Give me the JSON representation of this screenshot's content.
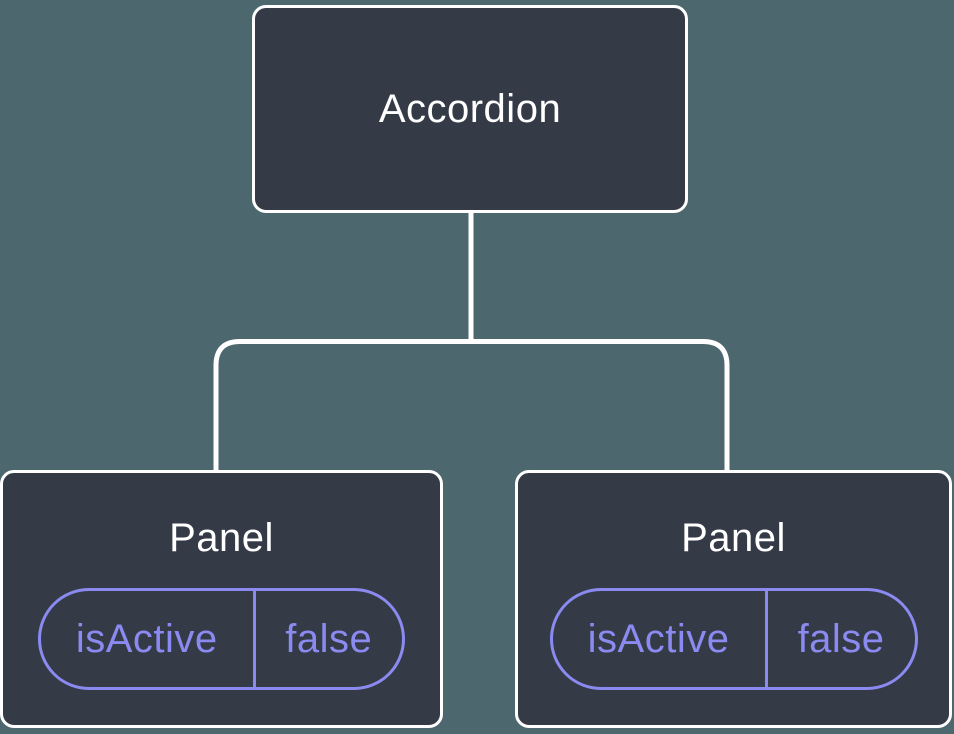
{
  "background_color": "#4d676e",
  "colors": {
    "node_fill": "#343a46",
    "node_border": "#ffffff",
    "node_text": "#ffffff",
    "connector": "#ffffff",
    "accent_purple": "#8a8af0"
  },
  "tree": {
    "root": {
      "label": "Accordion"
    },
    "children": [
      {
        "label": "Panel",
        "state_key": "isActive",
        "state_value": "false"
      },
      {
        "label": "Panel",
        "state_key": "isActive",
        "state_value": "false"
      }
    ]
  }
}
